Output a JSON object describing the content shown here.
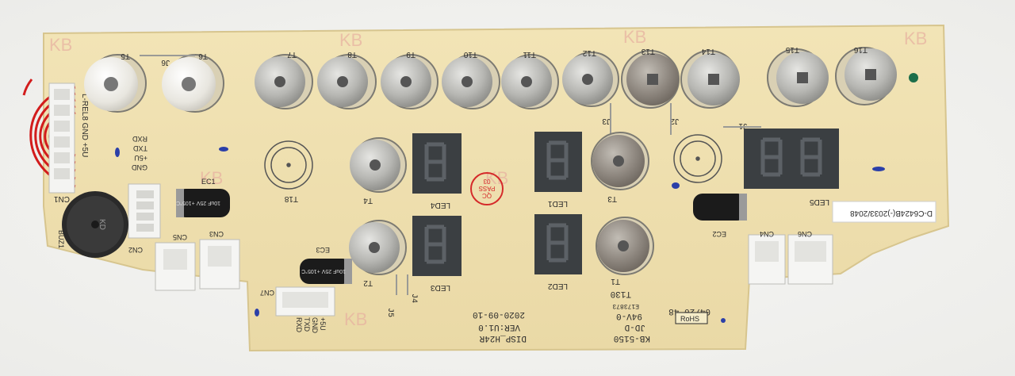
{
  "board": {
    "watermark": "KB",
    "buttons": {
      "t5": "T5",
      "t6": "T6",
      "t7": "T7",
      "t8": "T8",
      "t9": "T9",
      "t10": "T10",
      "t11": "T11",
      "t12": "T12",
      "t13": "T13",
      "t14": "T14",
      "t15": "T15",
      "t16": "T16",
      "t4": "T4",
      "t3": "T3",
      "t2": "T2",
      "t1": "T1",
      "t18": "T18",
      "t130": "T130"
    },
    "jumpers": {
      "j1": "J1",
      "j2": "J2",
      "j3": "J3",
      "j4": "J4",
      "j5": "J5",
      "j6": "J6"
    },
    "leds": {
      "led1": "LED1",
      "led2": "LED2",
      "led3": "LED3",
      "led4": "LED4",
      "led5": "LED5"
    },
    "connectors": {
      "cn1": "CN1",
      "cn2": "CN2",
      "cn3": "CN3",
      "cn4": "CN4",
      "cn5": "CN5",
      "cn6": "CN6",
      "cn7": "CN7"
    },
    "cn1_pins": "L-REL8 GND +5U",
    "cn2_pins": [
      "RXD",
      "TXD",
      "+5U",
      "GND"
    ],
    "cn7_pins": [
      "+5U",
      "GND",
      "TXD",
      "RXD"
    ],
    "capacitors": {
      "ec1": "EC1",
      "ec2": "EC2",
      "ec3": "EC3"
    },
    "cap_print": "10uF 25V  +105°C",
    "buzzer": "BUZ1",
    "buzzer_mark": "KD",
    "qc_stamp": [
      "QC",
      "PASS",
      "03"
    ],
    "model": "DISP_H24R",
    "version": "VER:U1.0",
    "date": "2020-09-10",
    "board_id": "KB-5150",
    "maker": "JD-D",
    "ul_code": "94V-0",
    "ul_file": "E173873",
    "batch": "04/20 48",
    "rohs": "RoHS",
    "sticker": "D-C6424B(-)2033/2048"
  }
}
